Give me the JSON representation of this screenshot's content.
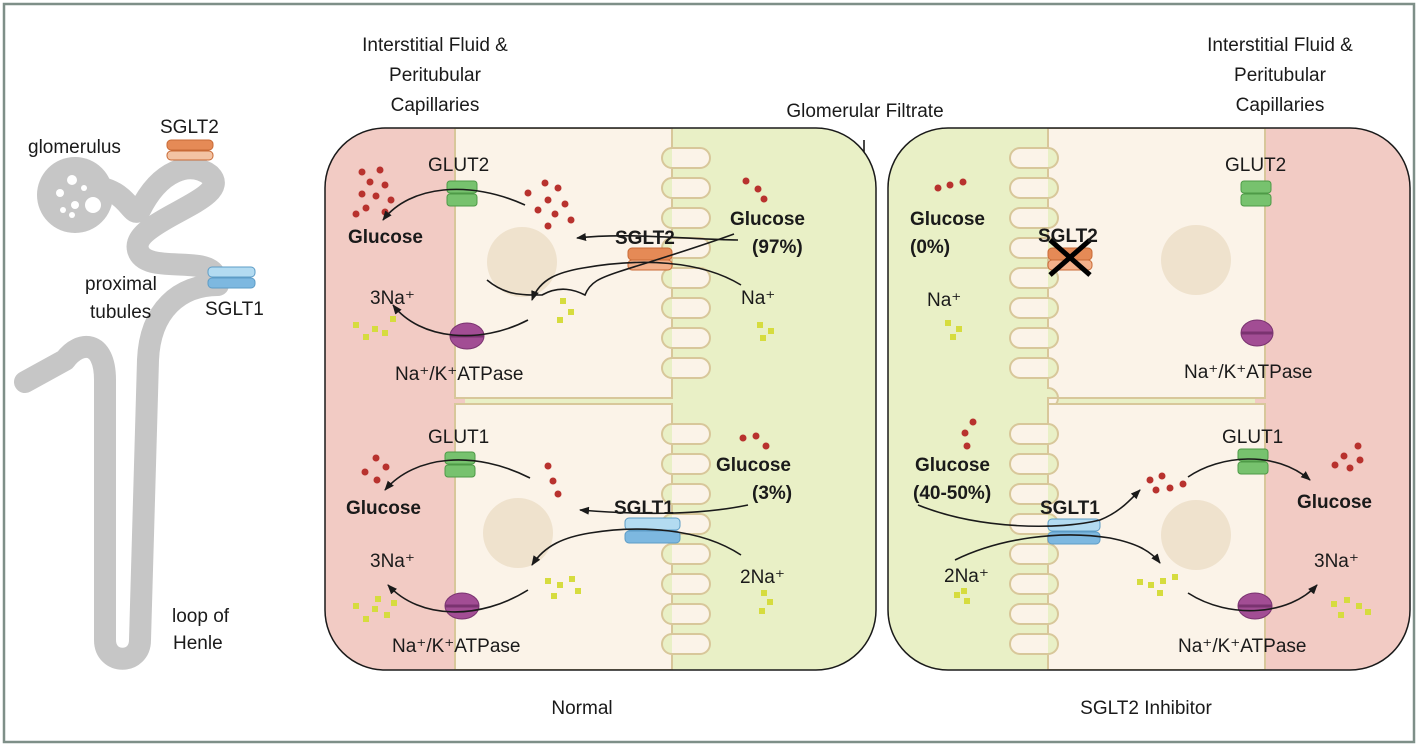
{
  "overview": {
    "glomerulus": "glomerulus",
    "sglt2": "SGLT2",
    "sglt1": "SGLT1",
    "proximal_1": "proximal",
    "proximal_2": "tubules",
    "loop_1": "loop of",
    "loop_2": "Henle"
  },
  "headings": {
    "interstitial_1": "Interstitial Fluid &",
    "interstitial_2": "Peritubular",
    "interstitial_3": "Capillaries",
    "filtrate": "Glomerular Filtrate"
  },
  "normal": {
    "caption": "Normal",
    "upper": {
      "glut": "GLUT2",
      "glucose_blood": "Glucose",
      "transporter": "SGLT2",
      "glucose_lumen_1": "Glucose",
      "glucose_lumen_2": "(97%)",
      "na_lumen": "Na⁺",
      "na_blood": "3Na⁺",
      "pump": "Na⁺/K⁺ATPase"
    },
    "lower": {
      "glut": "GLUT1",
      "glucose_blood": "Glucose",
      "transporter": "SGLT1",
      "glucose_lumen_1": "Glucose",
      "glucose_lumen_2": "(3%)",
      "na_lumen": "2Na⁺",
      "na_blood": "3Na⁺",
      "pump": "Na⁺/K⁺ATPase"
    }
  },
  "inhibitor": {
    "caption": "SGLT2 Inhibitor",
    "upper": {
      "glut": "GLUT2",
      "transporter": "SGLT2",
      "glucose_lumen_1": "Glucose",
      "glucose_lumen_2": "(0%)",
      "na_lumen": "Na⁺",
      "pump": "Na⁺/K⁺ATPase"
    },
    "lower": {
      "glut": "GLUT1",
      "glucose_blood": "Glucose",
      "transporter": "SGLT1",
      "glucose_lumen_1": "Glucose",
      "glucose_lumen_2": "(40-50%)",
      "na_lumen": "2Na⁺",
      "na_blood": "3Na⁺",
      "pump": "Na⁺/K⁺ATPase"
    }
  },
  "colors": {
    "border": "#7e8f88",
    "tubule": "#c6c6c6",
    "blood": "#f2cbc4",
    "lumen": "#e9f0c6",
    "cell": "#fbf3e8",
    "cell_edge": "#d8c79a",
    "nucleus": "#efe2cd",
    "sglt2": "#e58a56",
    "sglt1": "#8cc4e6",
    "glut": "#77c26e",
    "pump": "#a24d94",
    "glucose_dot": "#b8322e",
    "sodium_dot": "#d6dc3e"
  }
}
